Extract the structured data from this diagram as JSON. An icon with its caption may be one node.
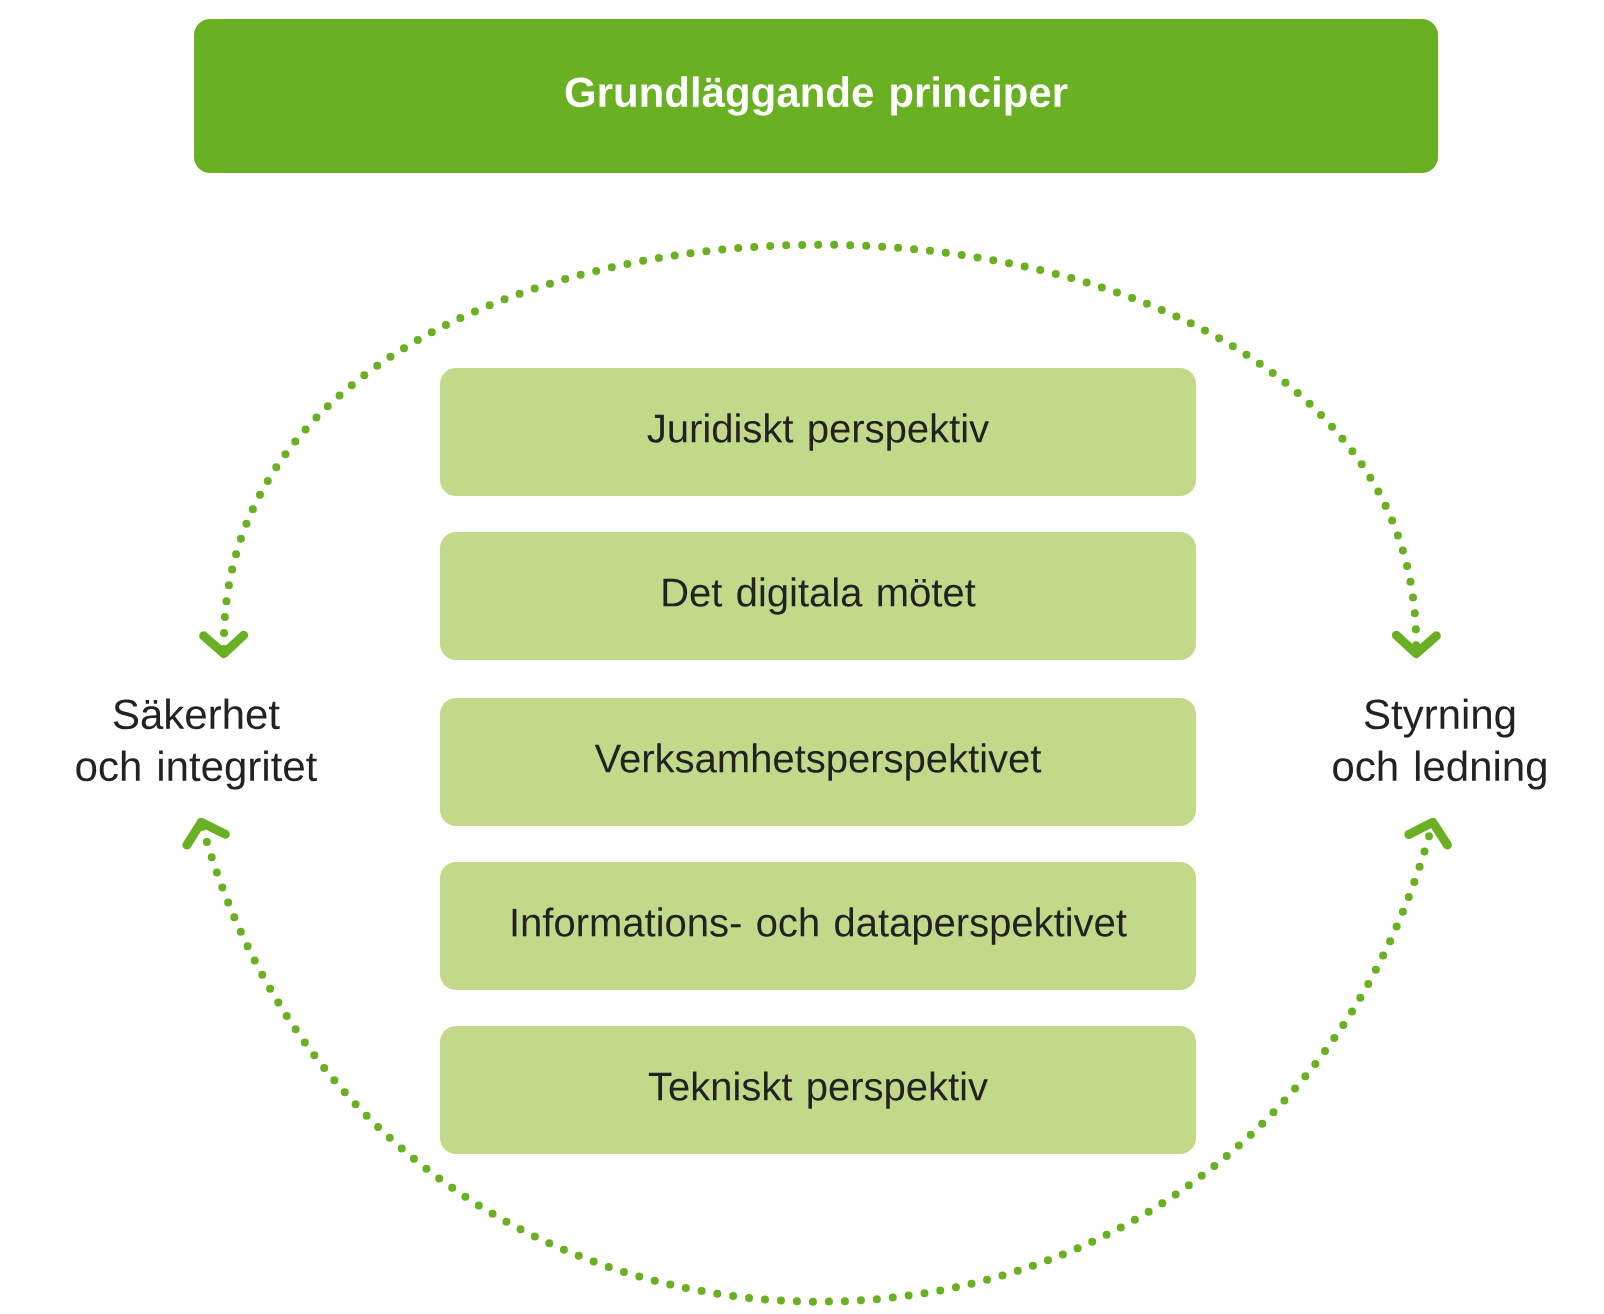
{
  "diagram": {
    "nodes": [
      {
        "text": [
          "Grundläggande principer"
        ]
      },
      {
        "text": [
          "Juridiskt perspektiv"
        ]
      },
      {
        "text": [
          "Det digitala mötet"
        ]
      },
      {
        "text": [
          "Verksamhetsperspektivet"
        ]
      },
      {
        "text": [
          "Informations- och dataperspektivet"
        ]
      },
      {
        "text": [
          "Tekniskt perspektiv"
        ]
      },
      {
        "text": [
          "Säkerhet och integritet"
        ]
      },
      {
        "text": [
          "Styrning och ledning"
        ]
      }
    ],
    "edges": [
      {
        "from": 6,
        "to": 7,
        "arrow": "both",
        "style": "dashed"
      },
      {
        "from": 6,
        "to": 7,
        "arrow": "both",
        "style": "dashed"
      }
    ]
  }
}
